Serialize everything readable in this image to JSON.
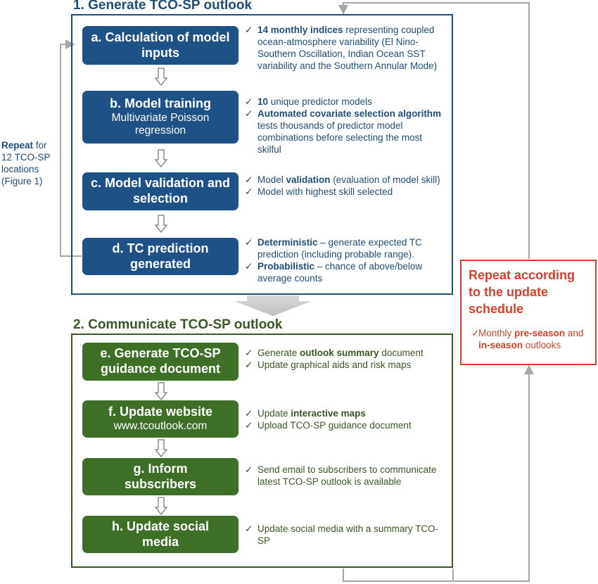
{
  "section1": {
    "title": "1. Generate TCO-SP outlook",
    "steps": [
      {
        "title": "a. Calculation of model inputs",
        "subtitle": "",
        "bullets": [
          [
            {
              "t": "14 monthly indices",
              "b": true
            },
            {
              "t": " representing coupled ocean-atmosphere variability (El Nino-Southern Oscillation, Indian Ocean SST variability and the Southern Annular Mode)",
              "b": false
            }
          ]
        ]
      },
      {
        "title": "b. Model training",
        "subtitle": "Multivariate Poisson regression",
        "bullets": [
          [
            {
              "t": "10",
              "b": true
            },
            {
              "t": " unique predictor models",
              "b": false
            }
          ],
          [
            {
              "t": "Automated covariate selection algorithm",
              "b": true
            },
            {
              "t": " tests thousands of predictor model combinations before selecting the most skilful",
              "b": false
            }
          ]
        ]
      },
      {
        "title": "c. Model validation and selection",
        "subtitle": "",
        "bullets": [
          [
            {
              "t": "Model ",
              "b": false
            },
            {
              "t": "validation",
              "b": true
            },
            {
              "t": " (evaluation of model skill)",
              "b": false
            }
          ],
          [
            {
              "t": "Model with highest skill selected",
              "b": false
            }
          ]
        ]
      },
      {
        "title": "d. TC prediction generated",
        "subtitle": "",
        "bullets": [
          [
            {
              "t": "Deterministic",
              "b": true
            },
            {
              "t": " – generate expected TC prediction (including probable range).",
              "b": false
            }
          ],
          [
            {
              "t": "Probabilistic",
              "b": true
            },
            {
              "t": " – chance of above/below average counts",
              "b": false
            }
          ]
        ]
      }
    ]
  },
  "section2": {
    "title": "2. Communicate TCO-SP outlook",
    "steps": [
      {
        "title": "e. Generate TCO-SP guidance document",
        "subtitle": "",
        "bullets": [
          [
            {
              "t": "Generate ",
              "b": false
            },
            {
              "t": "outlook summary",
              "b": true
            },
            {
              "t": " document",
              "b": false
            }
          ],
          [
            {
              "t": "Update graphical aids and risk maps",
              "b": false
            }
          ]
        ]
      },
      {
        "title": "f. Update website",
        "subtitle": "www.tcoutlook.com",
        "bullets": [
          [
            {
              "t": "Update ",
              "b": false
            },
            {
              "t": "interactive maps",
              "b": true
            }
          ],
          [
            {
              "t": "Upload TCO-SP guidance document",
              "b": false
            }
          ]
        ]
      },
      {
        "title": "g. Inform subscribers",
        "subtitle": "",
        "bullets": [
          [
            {
              "t": "Send email to subscribers to communicate latest TCO-SP outlook is available",
              "b": false
            }
          ]
        ]
      },
      {
        "title": "h. Update social media",
        "subtitle": "",
        "bullets": [
          [
            {
              "t": "Update social media with a summary TCO-SP",
              "b": false
            }
          ]
        ]
      }
    ]
  },
  "repeat_locations": {
    "parts": [
      {
        "t": "Repeat",
        "b": true
      },
      {
        "t": " for 12 TCO-SP locations (Figure 1)",
        "b": false
      }
    ]
  },
  "repeat_schedule": {
    "heading": "Repeat according to the update schedule",
    "note": [
      {
        "t": "Monthly ",
        "b": false
      },
      {
        "t": "pre-season",
        "b": true
      },
      {
        "t": " and ",
        "b": false
      },
      {
        "t": "in-season",
        "b": true
      },
      {
        "t": " outlooks",
        "b": false
      }
    ]
  },
  "tick_symbol": "✓",
  "colors": {
    "section1": "#1f4e79",
    "section1_box": "#1e5186",
    "section2": "#385723",
    "section2_box": "#3e6f27",
    "repeat": "#d8402b",
    "connector": "#a6a6a6"
  }
}
